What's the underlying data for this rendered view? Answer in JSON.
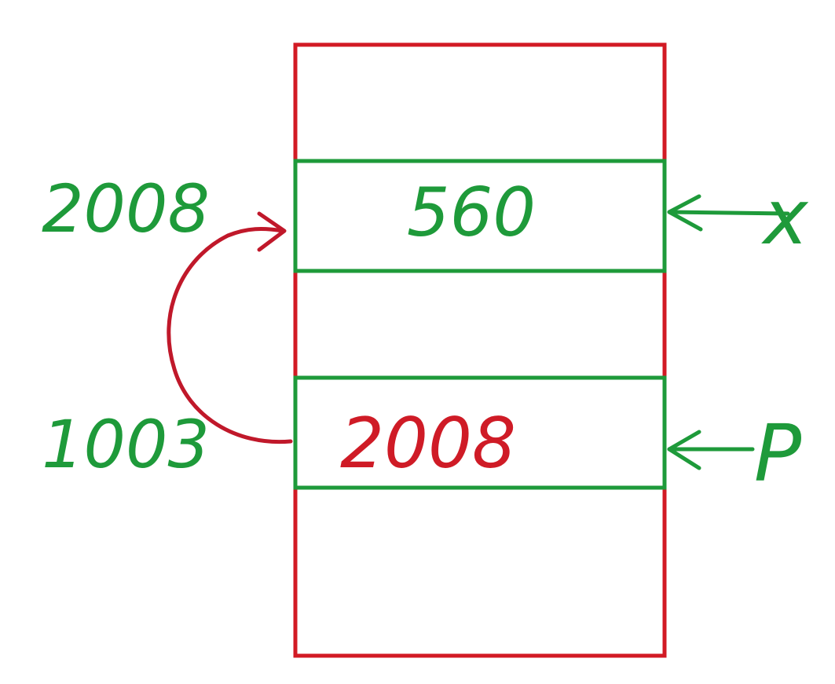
{
  "colors": {
    "background": "#ffffff",
    "memory_outline": "#d21a24",
    "cell_outline": "#1e9a3a",
    "handwriting_green": "#1e9a3a",
    "pointer_arrow": "#c0182a",
    "pointer_value": "#cf1b26"
  },
  "cells": {
    "x_cell": {
      "address": "2008",
      "value": "560",
      "variable": "x"
    },
    "p_cell": {
      "address": "1003",
      "value": "2008",
      "variable": "P"
    }
  },
  "icons": {
    "pointer_link": "curved-arrow-icon",
    "variable_marker": "left-arrow-icon"
  }
}
